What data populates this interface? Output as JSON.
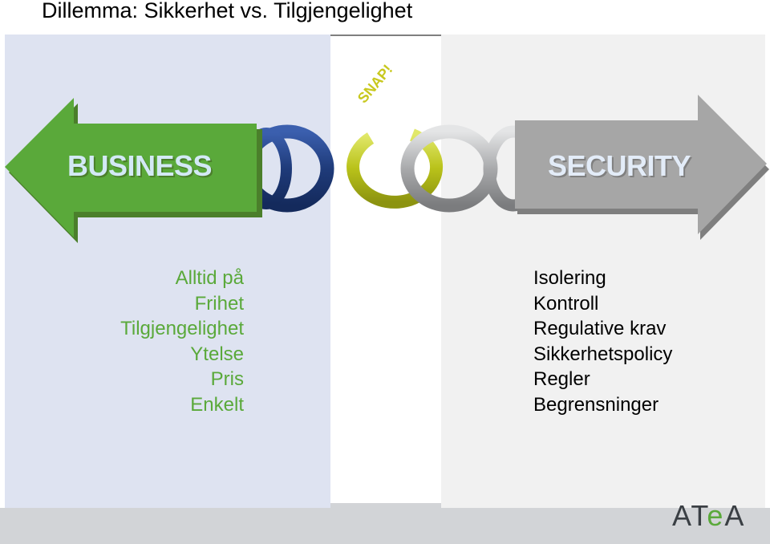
{
  "slide": {
    "title": "Dillemma: Sikkerhet vs. Tilgjengelighet"
  },
  "arrows": {
    "business": {
      "label": "BUSINESS",
      "color": "#5aa93a"
    },
    "security": {
      "label": "SECURITY",
      "color": "#a6a6a6"
    }
  },
  "chain": {
    "break_label": "SNAP!",
    "link_colors": {
      "blue": "#1f3b7a",
      "yellow": "#b9c21a",
      "silver": "#a9aaac"
    }
  },
  "business_list": [
    "Alltid på",
    "Frihet",
    "Tilgjengelighet",
    "Ytelse",
    "Pris",
    "Enkelt"
  ],
  "security_list": [
    "Isolering",
    "Kontroll",
    "Regulative krav",
    "Sikkerhetspolicy",
    "Regler",
    "Begrensninger"
  ],
  "logo": {
    "part1": "AT",
    "part2": "e",
    "part3": "A"
  },
  "colors": {
    "left_panel": "#dee3f1",
    "right_panel": "#f1f1f1",
    "footer": "#d2d4d7",
    "business_text": "#5aa93a"
  }
}
